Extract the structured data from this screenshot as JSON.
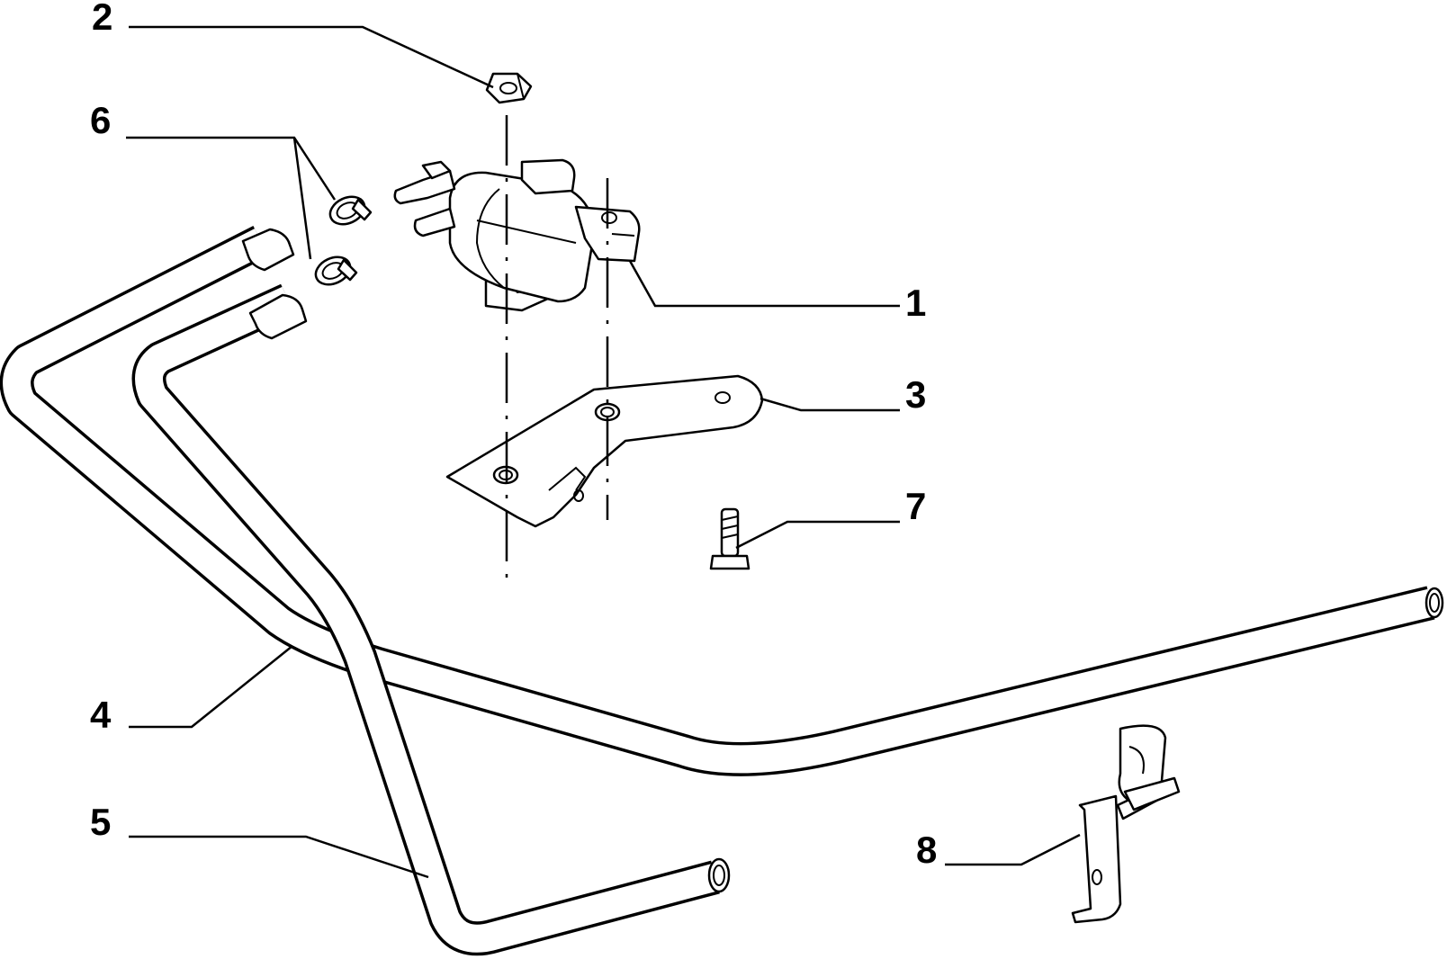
{
  "diagram": {
    "callouts": [
      {
        "id": "1",
        "label": "1"
      },
      {
        "id": "2",
        "label": "2"
      },
      {
        "id": "3",
        "label": "3"
      },
      {
        "id": "4",
        "label": "4"
      },
      {
        "id": "5",
        "label": "5"
      },
      {
        "id": "6",
        "label": "6"
      },
      {
        "id": "7",
        "label": "7"
      },
      {
        "id": "8",
        "label": "8"
      }
    ],
    "parts": [
      {
        "callout": "1",
        "icon": "solenoid-valve-icon"
      },
      {
        "callout": "2",
        "icon": "hex-nut-icon"
      },
      {
        "callout": "3",
        "icon": "mounting-bracket-icon"
      },
      {
        "callout": "4",
        "icon": "vacuum-hose-icon"
      },
      {
        "callout": "5",
        "icon": "vacuum-hose-icon"
      },
      {
        "callout": "6",
        "icon": "hose-clamp-icon"
      },
      {
        "callout": "7",
        "icon": "bolt-icon"
      },
      {
        "callout": "8",
        "icon": "hose-clip-bracket-icon"
      }
    ],
    "line_color": "#000000",
    "background": "#ffffff"
  }
}
